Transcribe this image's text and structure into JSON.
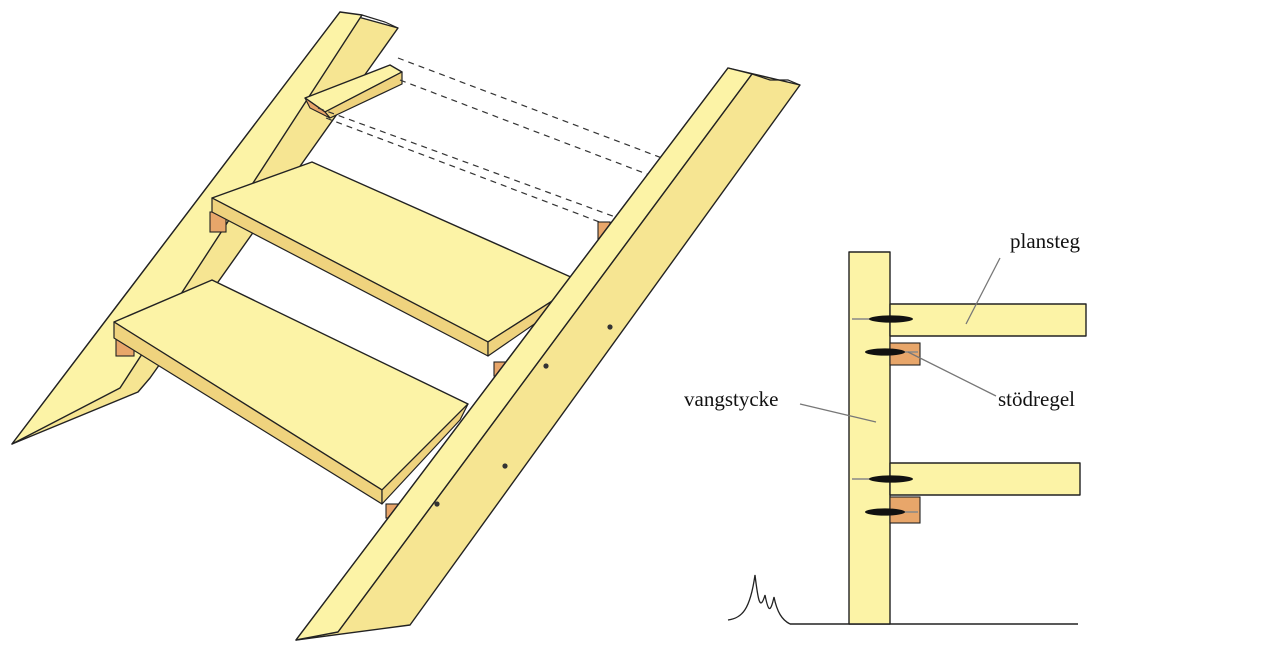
{
  "labels": {
    "tread": "plansteg",
    "support_batten": "stödregel",
    "stringer": "vangstycke"
  },
  "colors": {
    "wood": "#fcf3a6",
    "wood_shade": "#efd37e",
    "end_grain": "#e8a66a",
    "outline": "#222222"
  }
}
